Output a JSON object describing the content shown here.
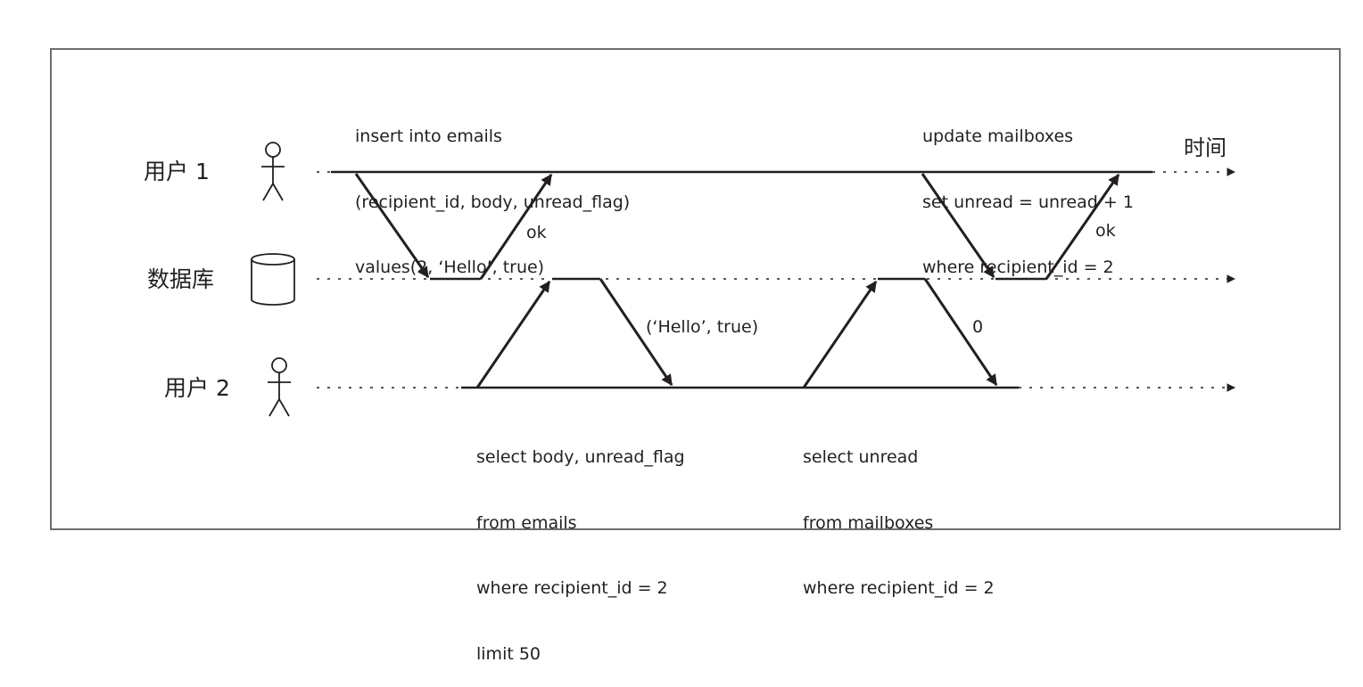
{
  "actors": {
    "user1": "用户 1",
    "database": "数据库",
    "user2": "用户 2"
  },
  "axis_label": "时间",
  "queries": {
    "insert": [
      "insert into emails",
      "(recipient_id, body, unread_flag)",
      "values(2, ‘Hello’, true)"
    ],
    "update": [
      "update mailboxes",
      "set unread = unread + 1",
      "where recipient_id = 2"
    ],
    "select_body": [
      "select body, unread_flag",
      "from emails",
      "where recipient_id = 2",
      "limit 50"
    ],
    "select_unread": [
      "select unread",
      "from mailboxes",
      "where recipient_id = 2"
    ]
  },
  "responses": {
    "ok_insert": "ok",
    "ok_update": "ok",
    "select_body_result": "(‘Hello’, true)",
    "select_unread_result": "0"
  },
  "colors": {
    "line": "#231f20",
    "frame": "#6d6d6d"
  }
}
